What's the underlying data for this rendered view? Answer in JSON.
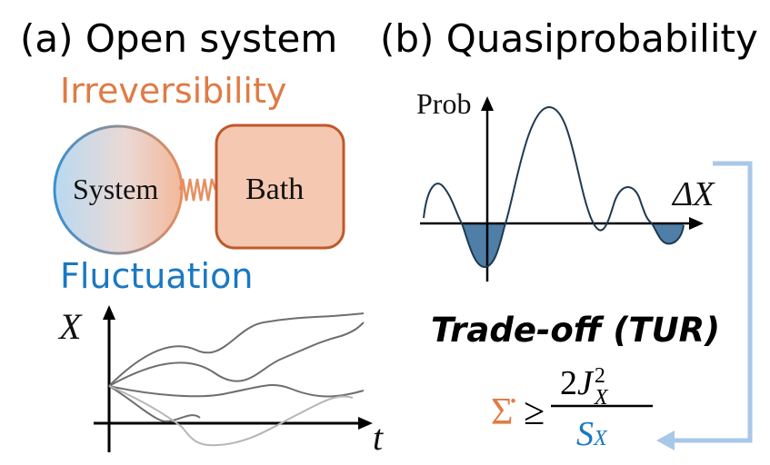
{
  "panel_a": {
    "title": "(a) Open system",
    "irreversibility_label": "Irreversibility",
    "system_label": "System",
    "bath_label": "Bath",
    "fluctuation_label": "Fluctuation",
    "y_axis_label": "X",
    "x_axis_label": "t"
  },
  "panel_b": {
    "title": "(b) Quasiprobability",
    "y_axis_label": "Prob",
    "x_axis_label": "ΔX",
    "tradeoff_label": "Trade-off (TUR)",
    "inequality": {
      "lhs": "Σ̇",
      "relation": "≥",
      "numerator_coeff": "2",
      "numerator_var": "J",
      "numerator_sub": "X",
      "numerator_sup": "2",
      "denominator_var": "S",
      "denominator_sub": "X"
    }
  },
  "colors": {
    "orange": "#e07b45",
    "blue": "#1a78c2",
    "bath_fill": "#f4c8b1",
    "bath_stroke": "#c0582b",
    "curve": "#1f3a52",
    "shade": "#4f7ea6",
    "arrow_light_blue": "#a9c8e8",
    "trajectory_dark": "#6e6e6e",
    "trajectory_light": "#b5b5b5"
  }
}
